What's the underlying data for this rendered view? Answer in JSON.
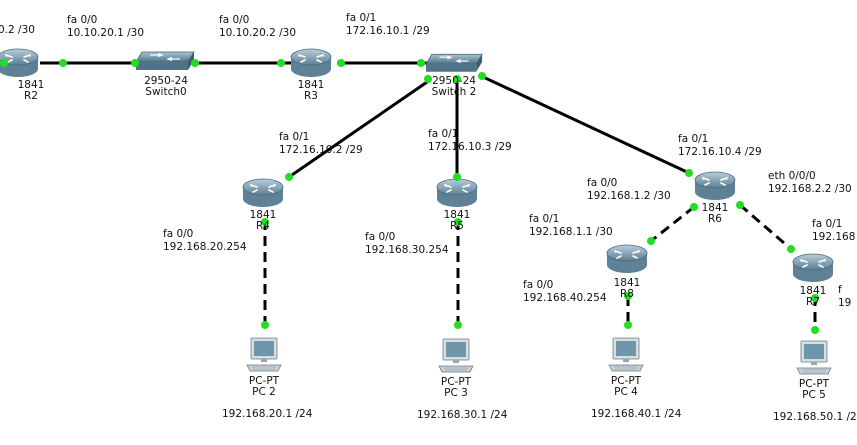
{
  "colors": {
    "link": "#000000",
    "port_dot": "#22dd22",
    "router_body": "#6e8fa3",
    "router_top": "#a9c4d3",
    "switch_body": "#6d93a6",
    "pc_screen": "#6d93a6"
  },
  "devices": {
    "r2": {
      "model": "1841",
      "name": "R2",
      "icon": "router-icon"
    },
    "switch0": {
      "model": "2950-24",
      "name": "Switch0",
      "icon": "switch-icon"
    },
    "r3": {
      "model": "1841",
      "name": "R3",
      "icon": "router-icon"
    },
    "switch2": {
      "model": "2950-24",
      "name": "Switch 2",
      "icon": "switch-icon"
    },
    "r4": {
      "model": "1841",
      "name": "R4",
      "icon": "router-icon"
    },
    "r5": {
      "model": "1841",
      "name": "R5",
      "icon": "router-icon"
    },
    "r6": {
      "model": "1841",
      "name": "R6",
      "icon": "router-icon"
    },
    "r8": {
      "model": "1841",
      "name": "R8",
      "icon": "router-icon"
    },
    "r7": {
      "model": "1841",
      "name": "R7",
      "icon": "router-icon"
    },
    "pc2": {
      "model": "PC-PT",
      "name": "PC 2",
      "icon": "pc-icon",
      "address": "192.168.20.1 /24"
    },
    "pc3": {
      "model": "PC-PT",
      "name": "PC 3",
      "icon": "pc-icon",
      "address": "192.168.30.1 /24"
    },
    "pc4": {
      "model": "PC-PT",
      "name": "PC 4",
      "icon": "pc-icon",
      "address": "192.168.40.1 /24"
    },
    "pc5": {
      "model": "PC-PT",
      "name": "PC 5",
      "icon": "pc-icon",
      "address": "192.168.50.1 /2"
    }
  },
  "interfaces": {
    "r2_left": {
      "port": "",
      "ip": "0.2 /30"
    },
    "r2_fa00": {
      "port": "fa 0/0",
      "ip": "10.10.20.1 /30"
    },
    "r3_fa00": {
      "port": "fa 0/0",
      "ip": "10.10.20.2 /30"
    },
    "r3_fa01": {
      "port": "fa 0/1",
      "ip": "172.16.10.1 /29"
    },
    "r4_fa01": {
      "port": "fa 0/1",
      "ip": "172.16.10.2 /29"
    },
    "r5_fa01": {
      "port": "fa 0/1",
      "ip": "172.16.10.3 /29"
    },
    "r6_fa01": {
      "port": "fa 0/1",
      "ip": "172.16.10.4 /29"
    },
    "r4_fa00": {
      "port": "fa 0/0",
      "ip": "192.168.20.254"
    },
    "r5_fa00": {
      "port": "fa 0/0",
      "ip": "192.168.30.254"
    },
    "r6_fa00": {
      "port": "fa 0/0",
      "ip": "192.168.1.2 /30"
    },
    "r6_eth000": {
      "port": "eth 0/0/0",
      "ip": "192.168.2.2 /30"
    },
    "r8_fa01": {
      "port": "fa 0/1",
      "ip": "192.168.1.1 /30"
    },
    "r8_fa00": {
      "port": "fa 0/0",
      "ip": "192.168.40.254"
    },
    "r7_fa01": {
      "port": "fa 0/1",
      "ip": "192.168"
    },
    "r7_right": {
      "port": "f",
      "ip": "19"
    }
  }
}
